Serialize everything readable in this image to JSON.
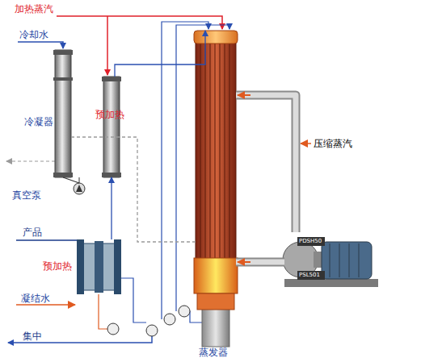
{
  "diagram": {
    "nodes": [
      {
        "text": [
          "冷凝器"
        ]
      },
      {
        "text": [
          "预加热"
        ]
      },
      {
        "text": [
          "真空泵"
        ]
      },
      {
        "text": [
          "预加热"
        ]
      },
      {
        "text": [
          "蒸发器"
        ]
      },
      {
        "text": [
          "PDSH50",
          "PSL501"
        ]
      }
    ],
    "edges": [
      {
        "from": 5,
        "to": 4,
        "label": "压缩蒸汽",
        "arrow": "to"
      },
      {
        "from": 5,
        "to": 4,
        "arrow": "to"
      },
      {
        "from": 0,
        "to": 2,
        "arrow": "none"
      },
      {
        "from": 4,
        "to": 0,
        "arrow": "none"
      },
      {
        "from": 3,
        "to": 1,
        "arrow": "to"
      },
      {
        "from": 1,
        "to": 4,
        "arrow": "to"
      }
    ],
    "labels": [
      "加热蒸汽",
      "冷却水",
      "产品",
      "凝结水",
      "集中"
    ]
  }
}
